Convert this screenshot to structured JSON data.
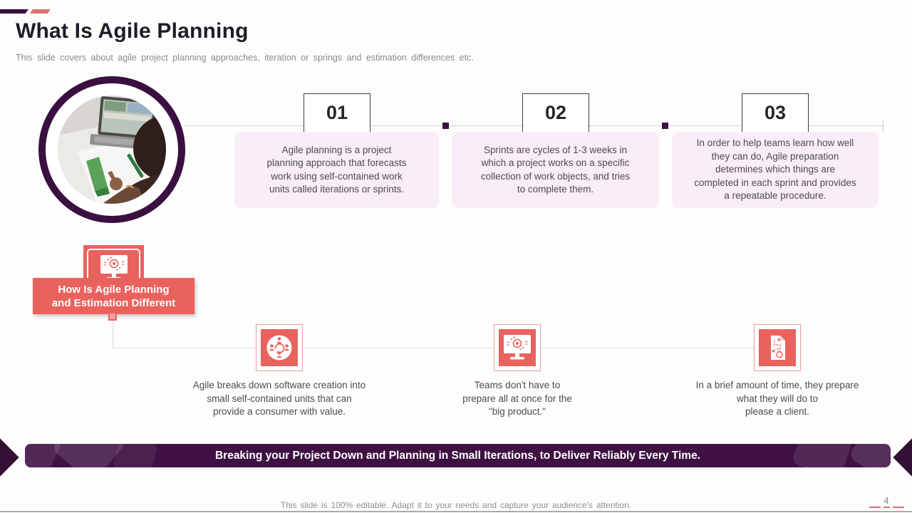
{
  "slide": {
    "title": "What Is Agile Planning",
    "subtitle": "This slide covers about agile project planning approaches, iteration or springs and estimation differences etc.",
    "photo": {
      "alt": "person planning at a desk with laptop and papers"
    },
    "steps": [
      {
        "number": "01",
        "text": "Agile planning is a project\nplanning approach that forecasts\nwork using self-contained work\nunits called iterations or sprints."
      },
      {
        "number": "02",
        "text": "Sprints are cycles of 1-3 weeks in\nwhich a project works on a specific\ncollection of work objects, and tries\nto complete them."
      },
      {
        "number": "03",
        "text": "In order to help teams learn how well\nthey can do, Agile preparation\ndetermines which things are\ncompleted in each sprint and provides\na repeatable procedure."
      }
    ],
    "callout": {
      "title": "How Is Agile Planning\nand Estimation Different",
      "icon": "monitor-process-icon"
    },
    "points": [
      {
        "icon": "team-cycle-icon",
        "text": "Agile breaks down software creation into\nsmall self-contained units that can\nprovide a consumer with value."
      },
      {
        "icon": "monitor-process-icon",
        "text": "Teams don't have to\nprepare all at once for the\n\"big product.\""
      },
      {
        "icon": "strategy-plan-icon",
        "text": "In a brief amount of time, they prepare\nwhat they will do to\nplease a client."
      }
    ],
    "banner": {
      "text": "Breaking your Project Down and Planning in Small Iterations, to Deliver Reliably Every Time."
    },
    "footer": {
      "text": "This slide is 100% editable. Adapt it to your needs and capture your audience's attention.",
      "page_number": "4"
    },
    "colors": {
      "purple": "#3A1040",
      "coral": "#EA625E",
      "pink": "#F9EDF8",
      "text_gray": "#4C4C4C"
    }
  }
}
